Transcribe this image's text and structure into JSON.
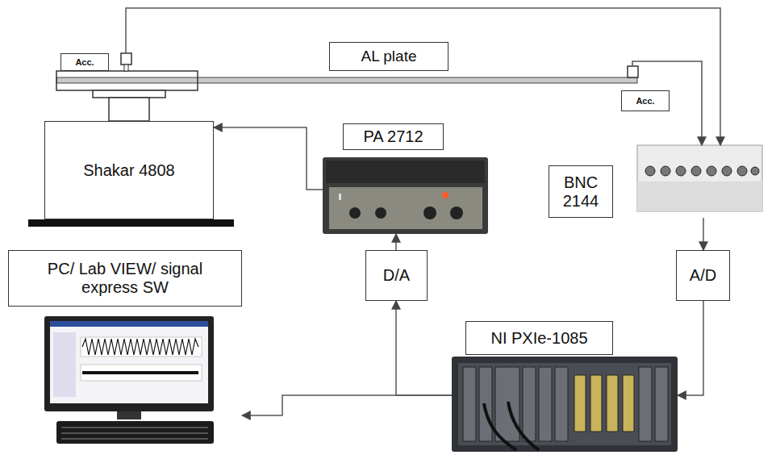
{
  "diagram": {
    "nodes": [
      {
        "text": [
          "Acc."
        ]
      },
      {
        "text": [
          "AL plate"
        ]
      },
      {
        "text": [
          "Acc."
        ]
      },
      {
        "text": [
          "Shakar 4808"
        ]
      },
      {
        "text": [
          "PA 2712"
        ]
      },
      {
        "text": [
          "BNC 2144"
        ]
      },
      {
        "text": [
          "PC/ Lab VIEW/ signal express SW"
        ]
      },
      {
        "text": [
          "D/A"
        ]
      },
      {
        "text": [
          "A/D"
        ]
      },
      {
        "text": [
          "NI PXIe-1085"
        ]
      }
    ],
    "edges": [
      {
        "from": 0,
        "to": 5,
        "arrow": "to"
      },
      {
        "from": 2,
        "to": 5,
        "arrow": "to"
      },
      {
        "from": 4,
        "to": 3,
        "arrow": "to"
      },
      {
        "from": 7,
        "to": 4,
        "arrow": "to"
      },
      {
        "from": 9,
        "to": 7,
        "arrow": "to"
      },
      {
        "from": 5,
        "to": 8,
        "arrow": "to"
      },
      {
        "from": 8,
        "to": 9,
        "arrow": "to"
      },
      {
        "from": 9,
        "to": 6,
        "arrow": "to"
      }
    ]
  }
}
